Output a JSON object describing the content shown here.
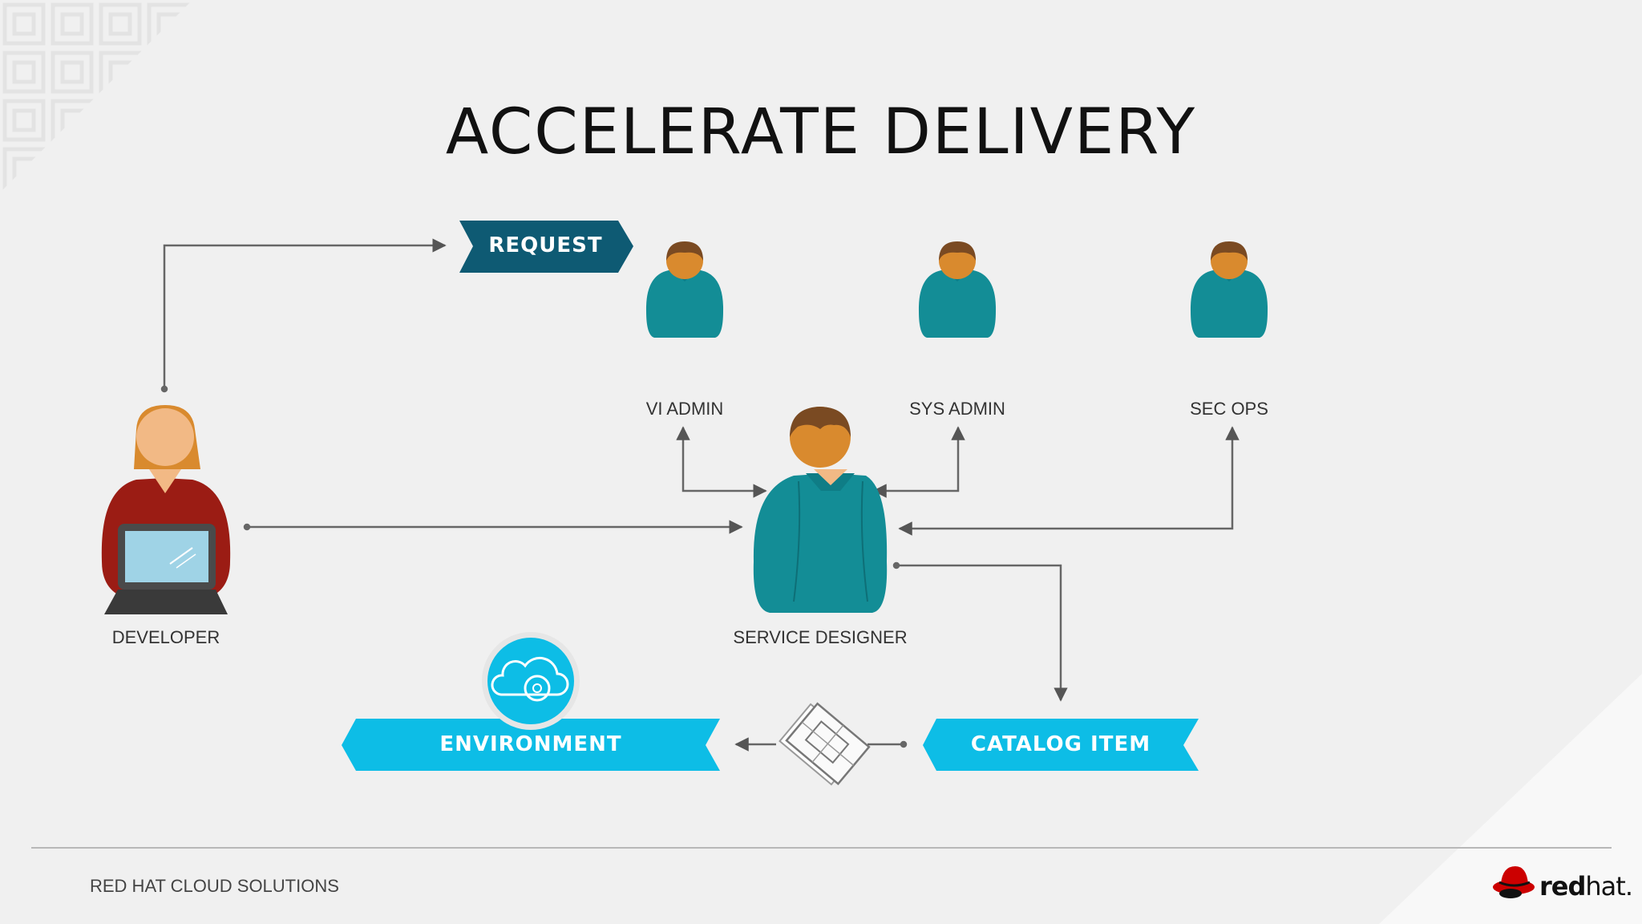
{
  "title": "ACCELERATE DELIVERY",
  "banners": {
    "request": "REQUEST",
    "environment": "ENVIRONMENT",
    "catalog_item": "CATALOG ITEM"
  },
  "people": {
    "developer": "DEVELOPER",
    "service_designer": "SERVICE DESIGNER",
    "vi_admin": "VI ADMIN",
    "sys_admin": "SYS ADMIN",
    "sec_ops": "SEC OPS"
  },
  "footer": {
    "text": "RED HAT CLOUD SOLUTIONS",
    "brand_bold": "red",
    "brand_light": "hat."
  },
  "colors": {
    "teal_person": "#138d96",
    "skin": "#d98a2e",
    "hair": "#7a4a22",
    "dark_banner": "#0e5a73",
    "cyan_banner": "#0dbde6",
    "developer_shirt": "#9b1c14",
    "arrow": "#555555",
    "brand_red": "#cc0000"
  },
  "icons": {
    "environment": "cloud-gear-icon",
    "blueprint": "blueprint-icon",
    "logo": "redhat-logo-icon"
  }
}
